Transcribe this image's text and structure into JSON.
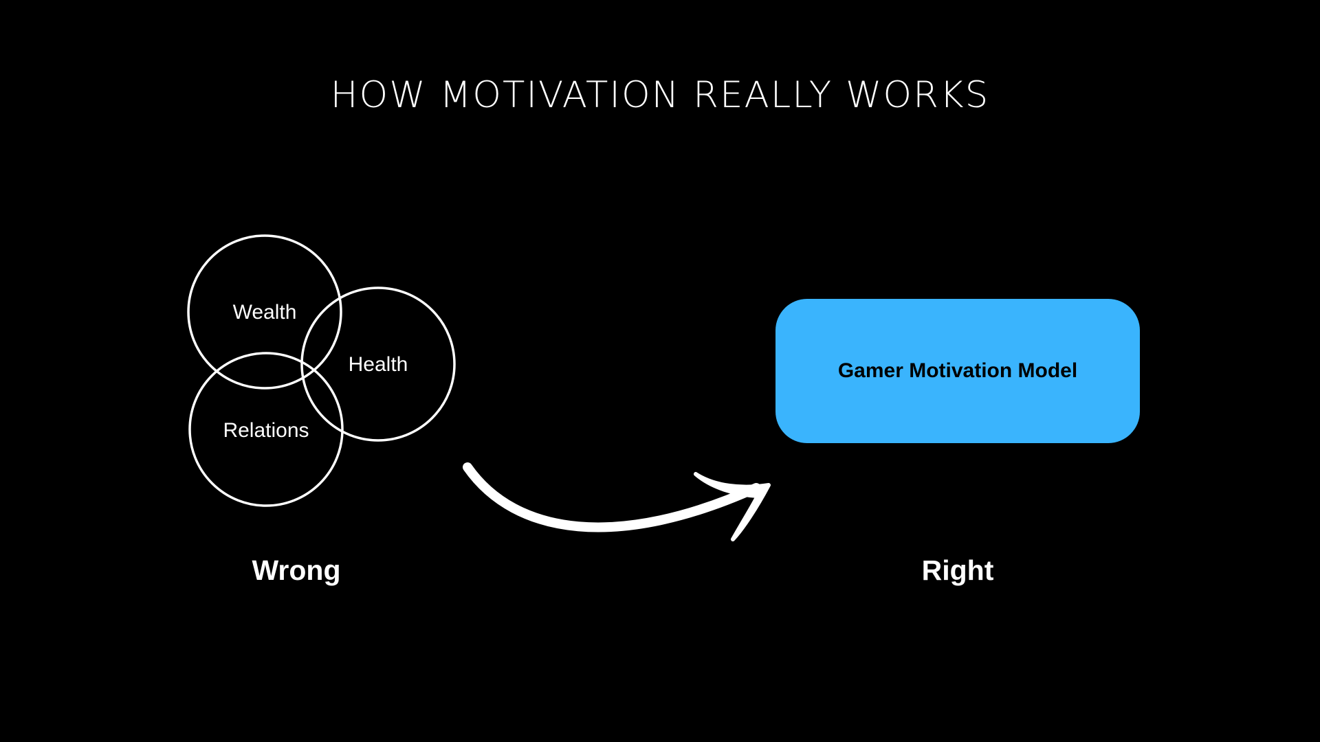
{
  "title": "HOW MOTIVATION REALLY WORKS",
  "venn": {
    "circles": [
      "Wealth",
      "Health",
      "Relations"
    ]
  },
  "model": {
    "label": "Gamer Motivation Model",
    "color": "#3ab4fd"
  },
  "captions": {
    "wrong": "Wrong",
    "right": "Right"
  },
  "colors": {
    "background": "#000000",
    "foreground": "#ffffff"
  }
}
